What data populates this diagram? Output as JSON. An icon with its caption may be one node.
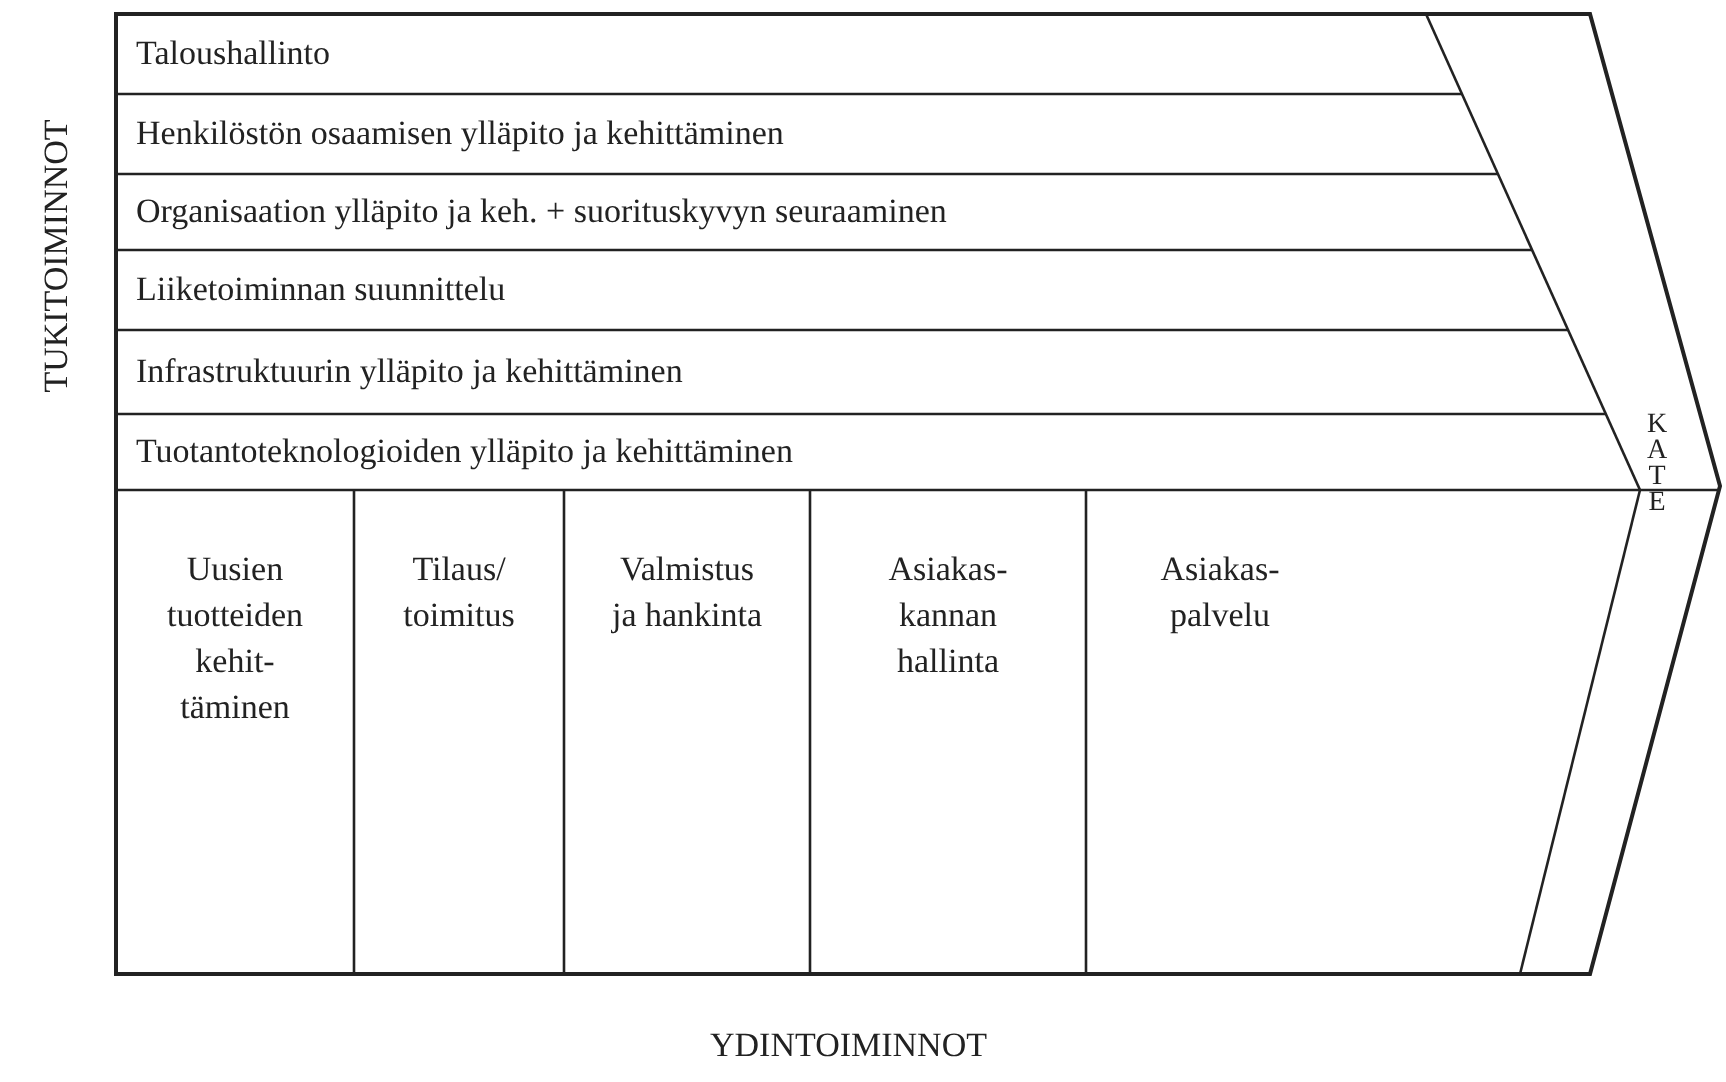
{
  "diagram": {
    "nodes": [
      {
        "text": [
          "Taloushallinto"
        ]
      },
      {
        "text": [
          "Henkilöstön osaamisen ylläpito ja kehittäminen"
        ]
      },
      {
        "text": [
          "Organisaation ylläpito ja keh. + suorituskyvyn seuraaminen"
        ]
      },
      {
        "text": [
          "Liiketoiminnan suunnittelu"
        ]
      },
      {
        "text": [
          "Infrastruktuurin ylläpito ja kehittäminen"
        ]
      },
      {
        "text": [
          "Tuotantoteknologioiden ylläpito ja kehittäminen"
        ]
      },
      {
        "text": [
          "Uusien tuotteiden kehit- täminen"
        ]
      },
      {
        "text": [
          "Tilaus/ toimitus"
        ]
      },
      {
        "text": [
          "Valmistus ja hankinta"
        ]
      },
      {
        "text": [
          "Asiakas- kannan hallinta"
        ]
      },
      {
        "text": [
          "Asiakas- palvelu"
        ]
      },
      {
        "text": [
          "KATE"
        ]
      }
    ],
    "edges": [],
    "labels": [
      "TUKITOIMINNOT",
      "YDINTOIMINNOT"
    ]
  }
}
